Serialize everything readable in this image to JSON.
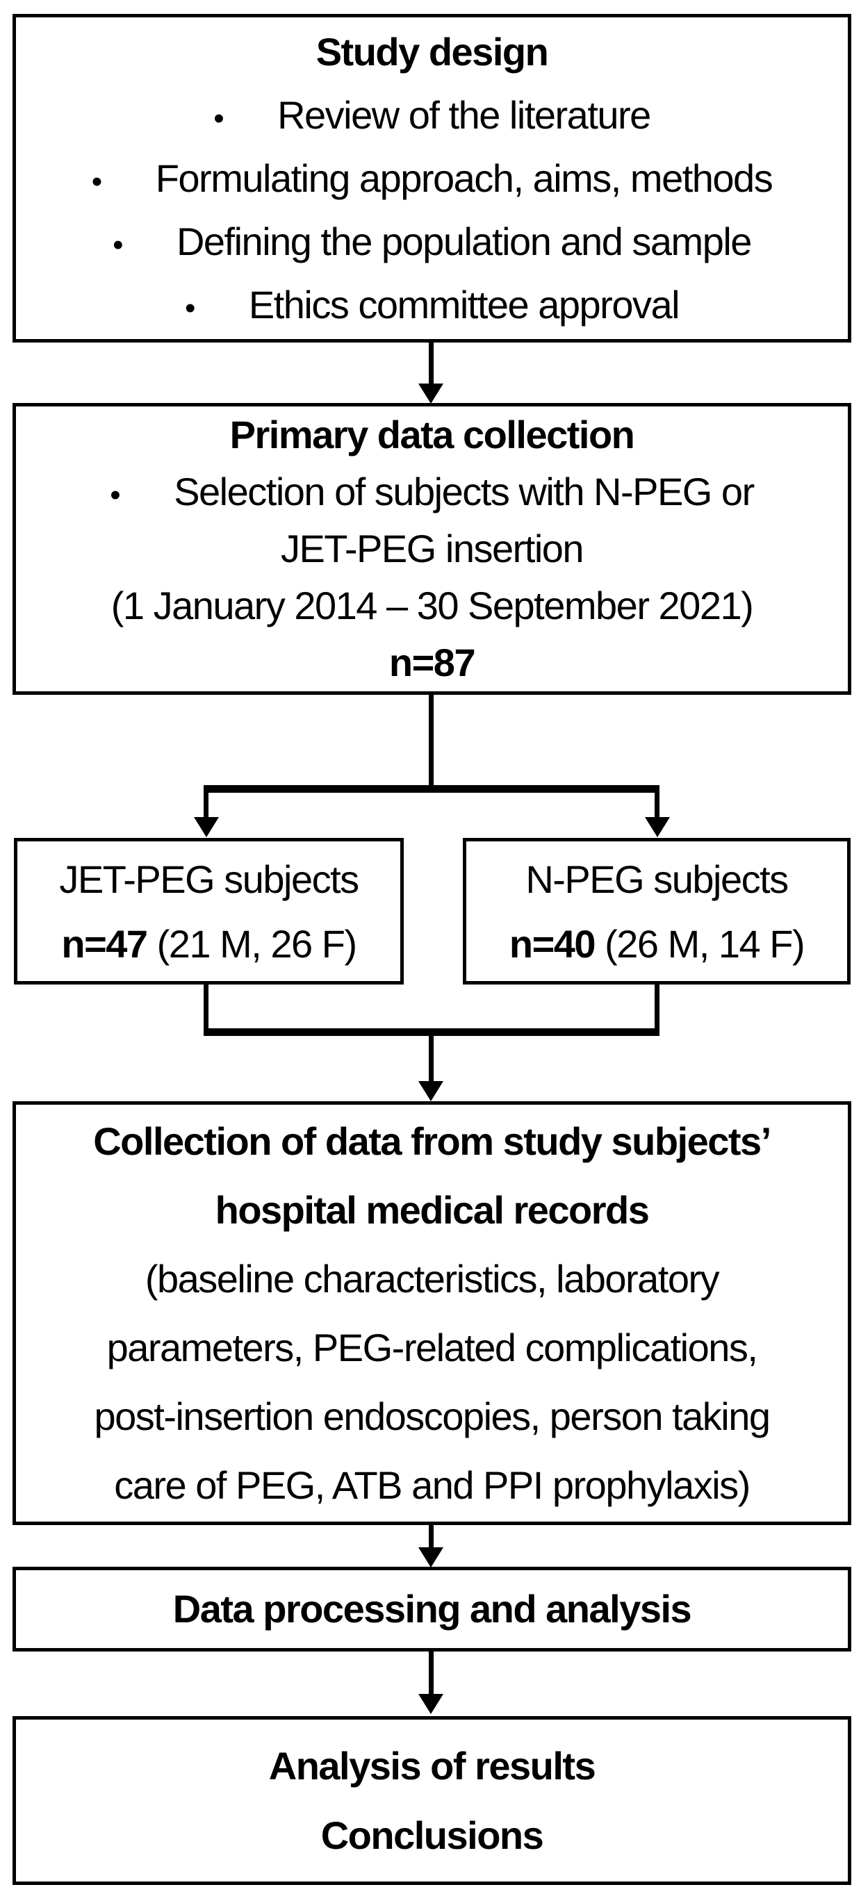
{
  "colors": {
    "border": "#000000",
    "text": "#000000",
    "background": "#ffffff"
  },
  "bullet_glyph": "•",
  "flowchart": {
    "study_design": {
      "title": "Study design",
      "bullets": [
        "Review of the literature",
        "Formulating approach, aims, methods",
        "Defining the population and sample",
        "Ethics committee approval"
      ]
    },
    "primary_data_collection": {
      "title": "Primary data collection",
      "bullet_line1": "Selection of subjects with N-PEG or",
      "bullet_line2": "JET-PEG insertion",
      "period": "(1 January 2014 – 30 September 2021)",
      "count": "n=87"
    },
    "jet_peg_group": {
      "name": "JET-PEG subjects",
      "count": "n=47",
      "gender_split": " (21 M, 26 F)"
    },
    "n_peg_group": {
      "name": "N-PEG subjects",
      "count": "n=40",
      "gender_split": " (26 M, 14 F)"
    },
    "records_collection": {
      "title_line1": "Collection of data from study subjects’",
      "title_line2": "hospital medical records",
      "detail_lines": [
        "(baseline characteristics, laboratory",
        "parameters, PEG-related complications,",
        "post-insertion endoscopies, person taking",
        "care of PEG, ATB and PPI prophylaxis)"
      ]
    },
    "data_processing": {
      "title": "Data processing and analysis"
    },
    "results": {
      "line1": "Analysis of results",
      "line2": "Conclusions"
    }
  }
}
